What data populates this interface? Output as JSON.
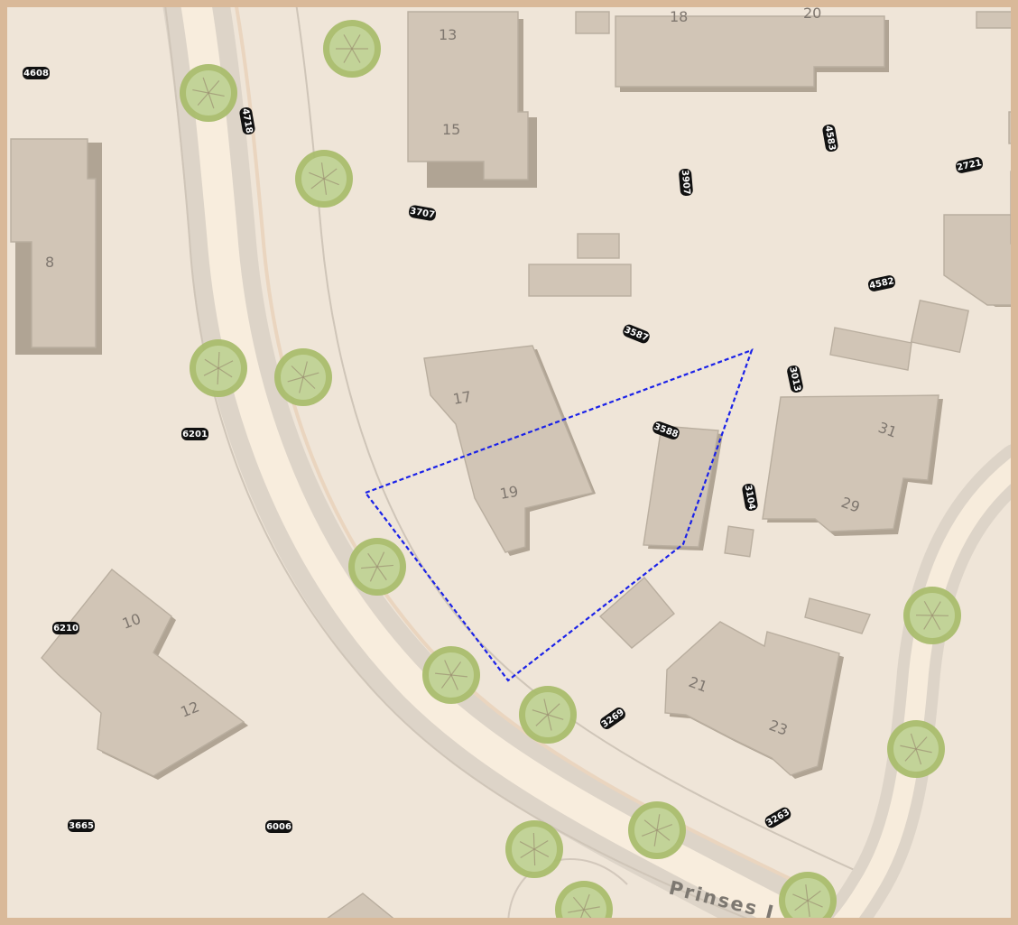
{
  "street": {
    "name": "Prinses I"
  },
  "house_numbers": [
    "13",
    "15",
    "18",
    "20",
    "8",
    "10",
    "12",
    "17",
    "19",
    "21",
    "23",
    "29",
    "31"
  ],
  "parcel_labels": [
    "4608",
    "4718",
    "3707",
    "3907",
    "4583",
    "2721",
    "4582",
    "3587",
    "3013",
    "3588",
    "3104",
    "6201",
    "6210",
    "3269",
    "3263",
    "3665",
    "6006"
  ],
  "colors": {
    "background": "#efe5d8",
    "building": "#d1c5b6",
    "road": "#ddd4c8",
    "road_center": "#f8eddd",
    "tree": "#b8ca8c",
    "selection": "#1b22e8",
    "label_bg": "#111111"
  }
}
